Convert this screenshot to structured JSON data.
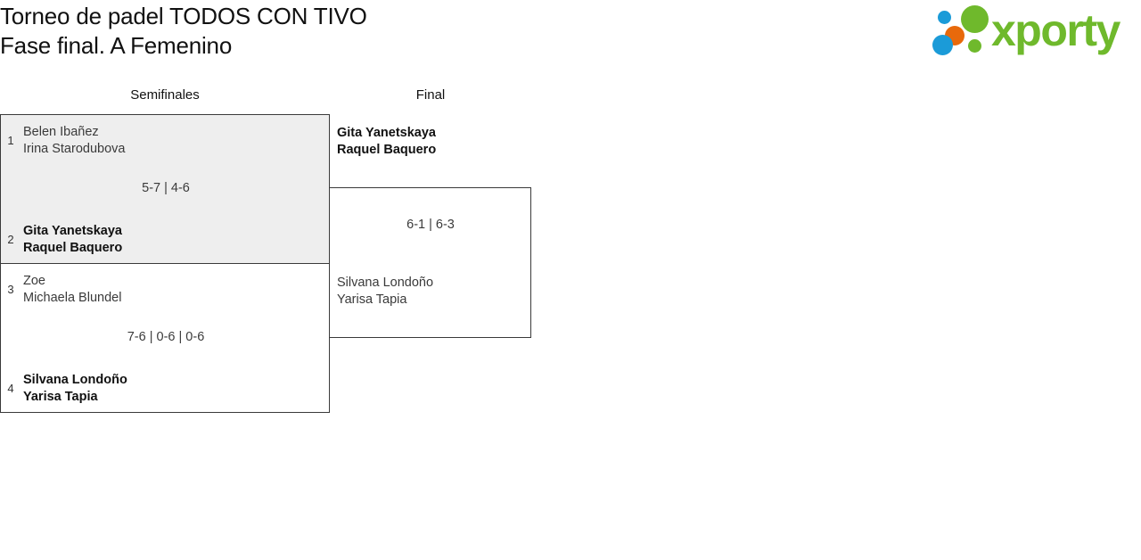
{
  "header": {
    "title_line1": "Torneo de padel TODOS CON TIVO",
    "title_line2": "Fase final. A Femenino"
  },
  "logo": {
    "wordmark": "xporty",
    "colors": {
      "green": "#6FB92C",
      "blue": "#1B9BD8",
      "orange": "#E8690B"
    }
  },
  "bracket": {
    "rounds": [
      {
        "label": "Semifinales"
      },
      {
        "label": "Final"
      }
    ],
    "semifinals": [
      {
        "highlighted": true,
        "score": "5-7 | 4-6",
        "teams": [
          {
            "seed": "1",
            "player1": "Belen Ibañez",
            "player2": "Irina Starodubova",
            "winner": false
          },
          {
            "seed": "2",
            "player1": "Gita Yanetskaya",
            "player2": "Raquel Baquero",
            "winner": true
          }
        ]
      },
      {
        "highlighted": false,
        "score": "7-6 | 0-6 | 0-6",
        "teams": [
          {
            "seed": "3",
            "player1": "Zoe",
            "player2": "Michaela Blundel",
            "winner": false
          },
          {
            "seed": "4",
            "player1": "Silvana Londoño",
            "player2": "Yarisa Tapia",
            "winner": true
          }
        ]
      }
    ],
    "final": {
      "score": "6-1 | 6-3",
      "teams": [
        {
          "seed": "",
          "player1": "Gita Yanetskaya",
          "player2": "Raquel Baquero",
          "winner": true
        },
        {
          "seed": "",
          "player1": "Silvana Londoño",
          "player2": "Yarisa Tapia",
          "winner": false
        }
      ]
    }
  }
}
